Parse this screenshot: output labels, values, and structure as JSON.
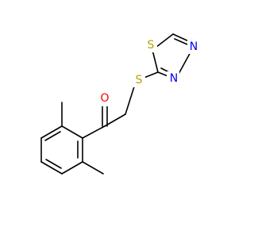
{
  "molecule": {
    "atoms": {
      "oxygen": {
        "symbol": "O",
        "color": "#ff0000"
      },
      "thioether_sulfur": {
        "symbol": "S",
        "color": "#b8a100"
      },
      "ring_sulfur": {
        "symbol": "S",
        "color": "#b8a100"
      },
      "ring_nitrogen_1": {
        "symbol": "N",
        "color": "#0000ff"
      },
      "ring_nitrogen_2": {
        "symbol": "N",
        "color": "#0000ff"
      }
    },
    "bond_color": "#000000"
  }
}
